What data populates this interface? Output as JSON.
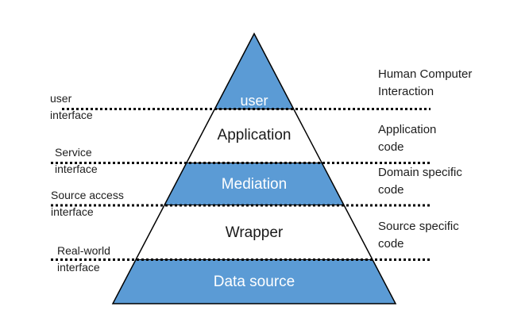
{
  "colors": {
    "band_blue": "#5B9BD5",
    "outline": "#000000",
    "dotted_line": "#000000",
    "text_dark": "#1a1a1a",
    "text_light": "#ffffff",
    "background": "#ffffff"
  },
  "pyramid": {
    "layers": [
      {
        "label": "user",
        "fill": "blue",
        "text_color": "white"
      },
      {
        "label": "Application",
        "fill": "white",
        "text_color": "black"
      },
      {
        "label": "Mediation",
        "fill": "blue",
        "text_color": "white"
      },
      {
        "label": "Wrapper",
        "fill": "white",
        "text_color": "black"
      },
      {
        "label": "Data source",
        "fill": "blue",
        "text_color": "white"
      }
    ]
  },
  "left_labels": [
    {
      "line1": "user",
      "line2": "interface"
    },
    {
      "line1": "Service",
      "line2": "interface"
    },
    {
      "line1": "Source access",
      "line2": "interface"
    },
    {
      "line1": "Real-world",
      "line2": "interface"
    }
  ],
  "right_labels": [
    {
      "line1": "Human Computer",
      "line2": "Interaction"
    },
    {
      "line1": "Application",
      "line2": "code"
    },
    {
      "line1": "Domain specific",
      "line2": "code"
    },
    {
      "line1": "Source specific",
      "line2": "code"
    }
  ]
}
